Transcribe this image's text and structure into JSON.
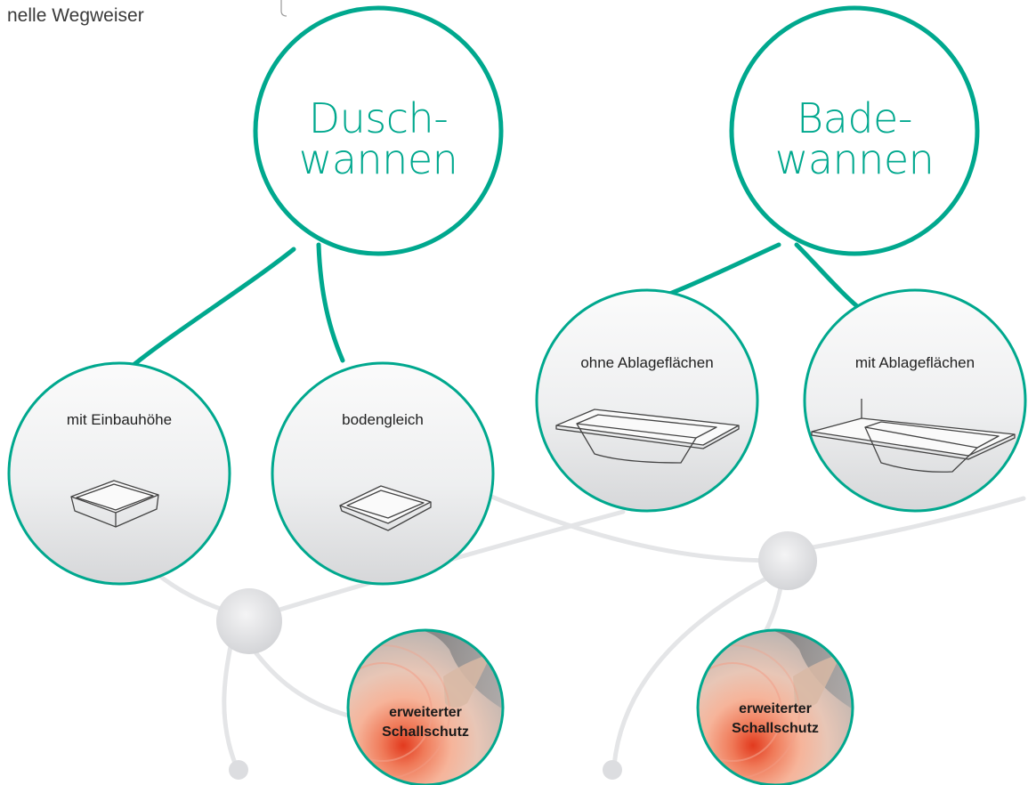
{
  "header": {
    "text": "nelle Wegweiser"
  },
  "categories": [
    {
      "id": "dusch",
      "line1": "Dusch-",
      "line2": "wannen"
    },
    {
      "id": "bade",
      "line1": "Bade-",
      "line2": "wannen"
    }
  ],
  "options": {
    "einbau": "mit Einbauhöhe",
    "bodengleich": "bodengleich",
    "ohne_ablage": "ohne Ablageflächen",
    "mit_ablage": "mit Ablageflächen"
  },
  "schallschutz": [
    {
      "line1": "erweiterter",
      "line2": "Schallschutz"
    },
    {
      "line1": "erweiterter",
      "line2": "Schallschutz"
    }
  ],
  "colors": {
    "accent": "#00a88e",
    "grey_line": "#e3e4e6",
    "node_fill_top": "#ffffff",
    "node_fill_bottom": "#d9dadc"
  },
  "icons": {
    "shower_tray": "shower-tray-icon",
    "bathtub": "bathtub-icon",
    "ear": "ear-photo"
  }
}
